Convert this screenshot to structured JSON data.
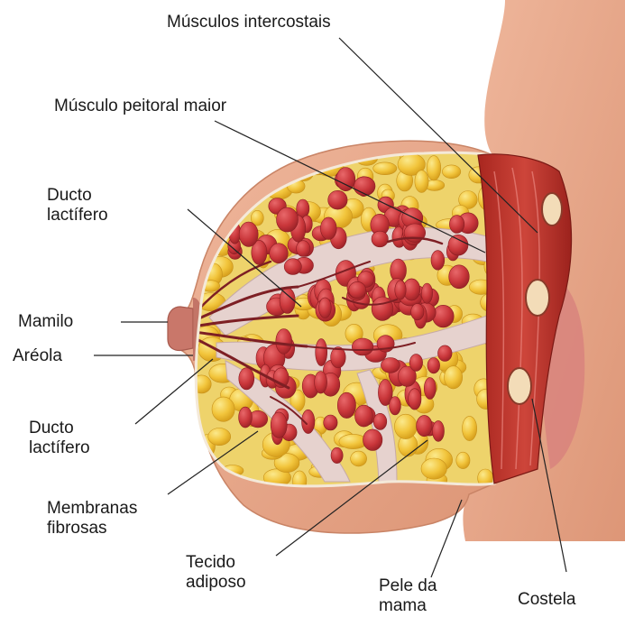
{
  "labels": {
    "musculos_intercostais": "Músculos intercostais",
    "musculo_peitoral_maior": "Músculo peitoral maior",
    "ducto_lactifero_top": [
      "Ducto",
      "lactífero"
    ],
    "mamilo": "Mamilo",
    "areola": "Aréola",
    "ducto_lactifero_bottom": [
      "Ducto",
      "lactífero"
    ],
    "membranas_fibrosas": [
      "Membranas",
      "fibrosas"
    ],
    "tecido_adiposo": [
      "Tecido",
      "adiposo"
    ],
    "pele_da_mama": [
      "Pele da",
      "mama"
    ],
    "costela": "Costela"
  },
  "colors": {
    "skin": "#e9ab8e",
    "skin_shadow": "#d98f72",
    "fat": "#f0c43a",
    "fat_highlight": "#f8e27a",
    "gland": "#cc3b3e",
    "gland_dark": "#9c2228",
    "membrane": "#e7d6d2",
    "muscle": "#b62e2a",
    "rib": "#f1d9b8",
    "leader": "#222222"
  }
}
